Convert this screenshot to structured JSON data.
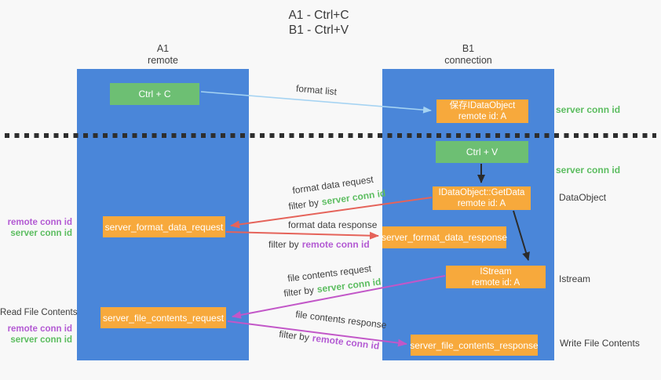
{
  "title": {
    "line1": "A1 - Ctrl+C",
    "line2": "B1 - Ctrl+V"
  },
  "lanes": {
    "a": {
      "name": "A1",
      "subtitle": "remote"
    },
    "b": {
      "name": "B1",
      "subtitle": "connection"
    }
  },
  "nodes": {
    "ctrl_c": {
      "label": "Ctrl + C"
    },
    "ctrl_v": {
      "label": "Ctrl + V"
    },
    "save_dataobject": {
      "line1": "保存IDataObject",
      "line2": "remote id: A"
    },
    "getdata": {
      "line1": "IDataObject::GetData",
      "line2": "remote id: A"
    },
    "istream": {
      "line1": "IStream",
      "line2": "remote id: A"
    },
    "format_request": {
      "label": "server_format_data_request"
    },
    "format_response": {
      "label": "server_format_data_response"
    },
    "file_request": {
      "label": "server_file_contents_request"
    },
    "file_response": {
      "label": "server_file_contents_response"
    }
  },
  "arrow_labels": {
    "format_list": "format list",
    "format_data_request": "format data request",
    "format_data_response": "format data response",
    "file_contents_request": "file contents request",
    "file_contents_response": "file contents response",
    "filter_by": "filter by",
    "server_conn_id": "server conn id",
    "remote_conn_id": "remote conn id"
  },
  "side_labels": {
    "server_conn_id_top": "server conn id",
    "server_conn_id_mid": "server conn id",
    "dataobject": "DataObject",
    "istream": "Istream",
    "read_file_contents": "Read File Contents",
    "write_file_contents": "Write File Contents",
    "remote_conn_id": "remote conn id",
    "server_conn_id": "server conn id"
  },
  "colors": {
    "lane_blue": "#4a86d9",
    "box_green": "#6dbf73",
    "box_orange": "#f7a93c",
    "arrow_red": "#e5635a",
    "arrow_magenta": "#c257c8",
    "arrow_light_blue": "#a5d3f2",
    "arrow_black": "#2b2b2b",
    "text_green": "#5cbd60",
    "text_purple": "#b35ad3"
  }
}
